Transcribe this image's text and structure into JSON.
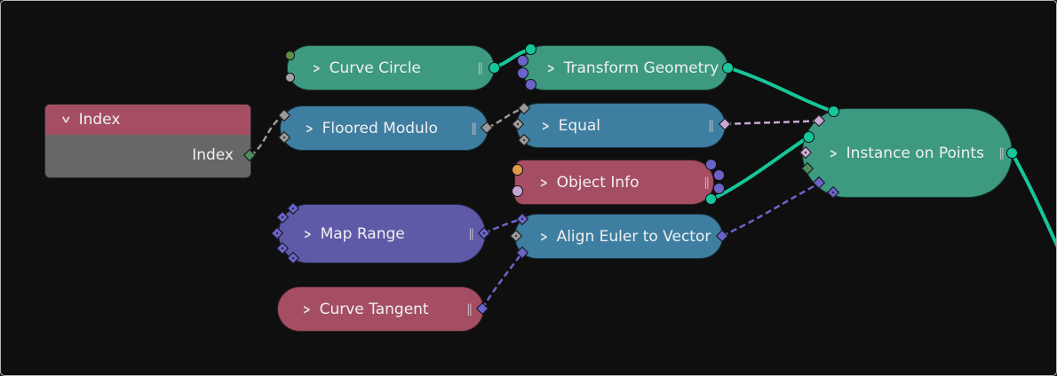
{
  "colors": {
    "background": "#0f0f0f",
    "geometry": "#3d9a80",
    "integer": "#3e7ea1",
    "attribute": "#a54e63",
    "vector": "#5f5aa8",
    "index_body": "#676767",
    "link_geometry": "#16c69a",
    "link_vector": "#6a64c9",
    "link_rotation": "#c9a9d4",
    "link_integer": "#9a9a9a"
  },
  "nodes": {
    "index": {
      "title": "Index",
      "output": "Index"
    },
    "curve_circle": {
      "title": "Curve Circle"
    },
    "transform_geometry": {
      "title": "Transform Geometry"
    },
    "floored_modulo": {
      "title": "Floored Modulo"
    },
    "equal": {
      "title": "Equal"
    },
    "object_info": {
      "title": "Object Info"
    },
    "instance_on_points": {
      "title": "Instance on Points"
    },
    "map_range": {
      "title": "Map Range"
    },
    "align_euler": {
      "title": "Align Euler to Vector"
    },
    "curve_tangent": {
      "title": "Curve Tangent"
    }
  },
  "icons": {
    "collapse": "chevron-right-icon",
    "expand": "chevron-down-icon",
    "grip": "drag-grip-icon"
  }
}
